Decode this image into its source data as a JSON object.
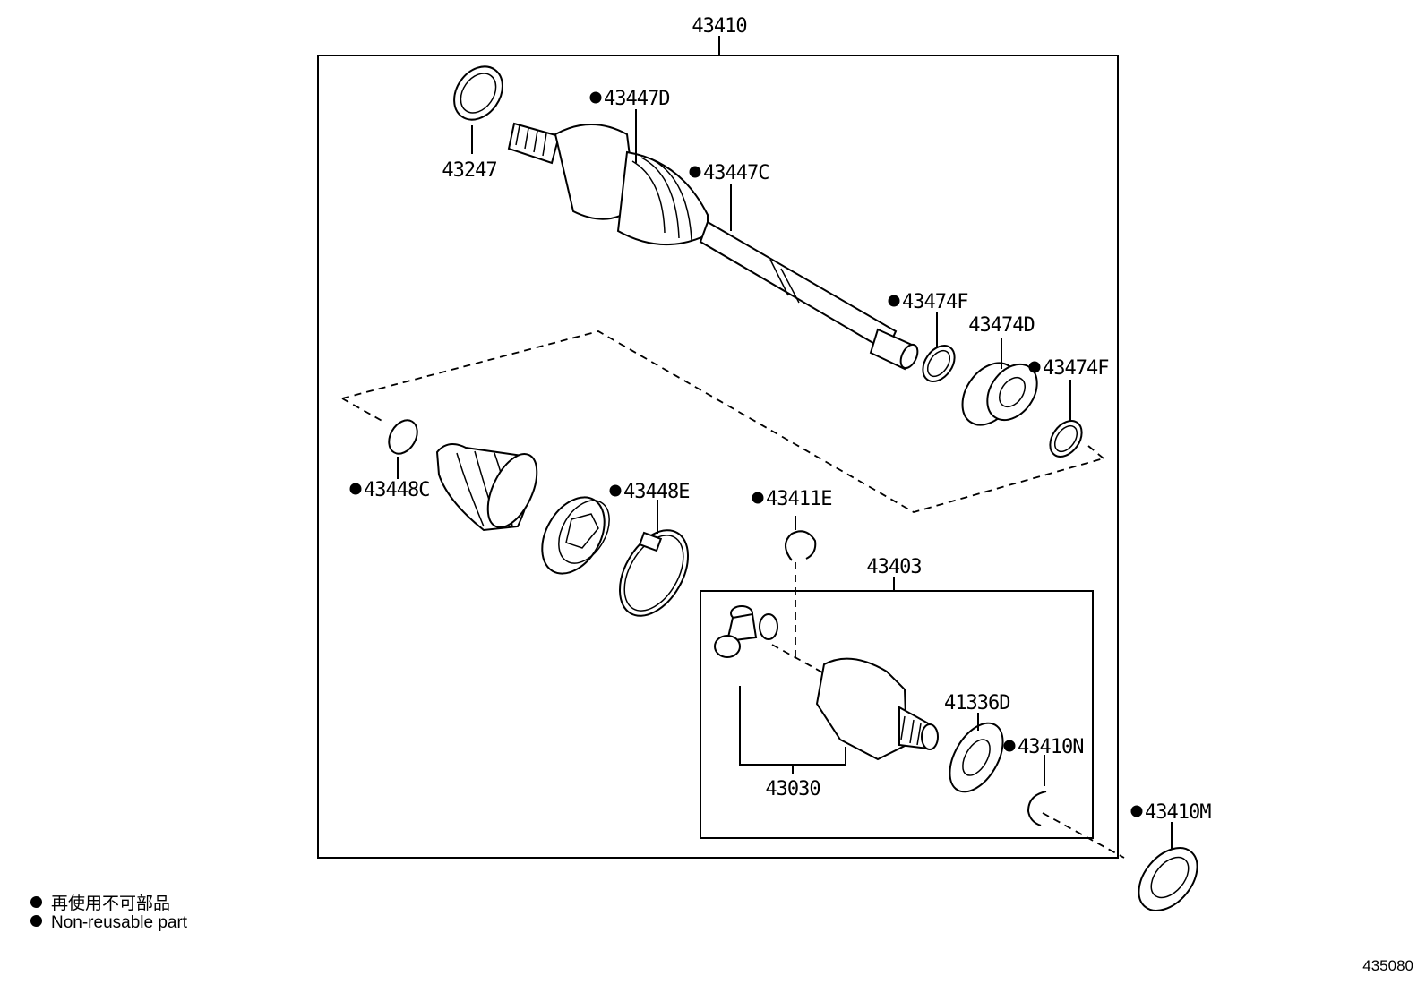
{
  "assembly": "43410",
  "subassembly": "43403",
  "parts": {
    "p43247": "43247",
    "p43447D": "43447D",
    "p43447C": "43447C",
    "p43474F_a": "43474F",
    "p43474D": "43474D",
    "p43474F_b": "43474F",
    "p43448C": "43448C",
    "p43448E": "43448E",
    "p43411E": "43411E",
    "p43030": "43030",
    "p41336D": "41336D",
    "p43410N": "43410N",
    "p43410M": "43410M"
  },
  "legend": {
    "jp": "再使用不可部品",
    "en": "Non-reusable part"
  },
  "diagram_code": "435080"
}
